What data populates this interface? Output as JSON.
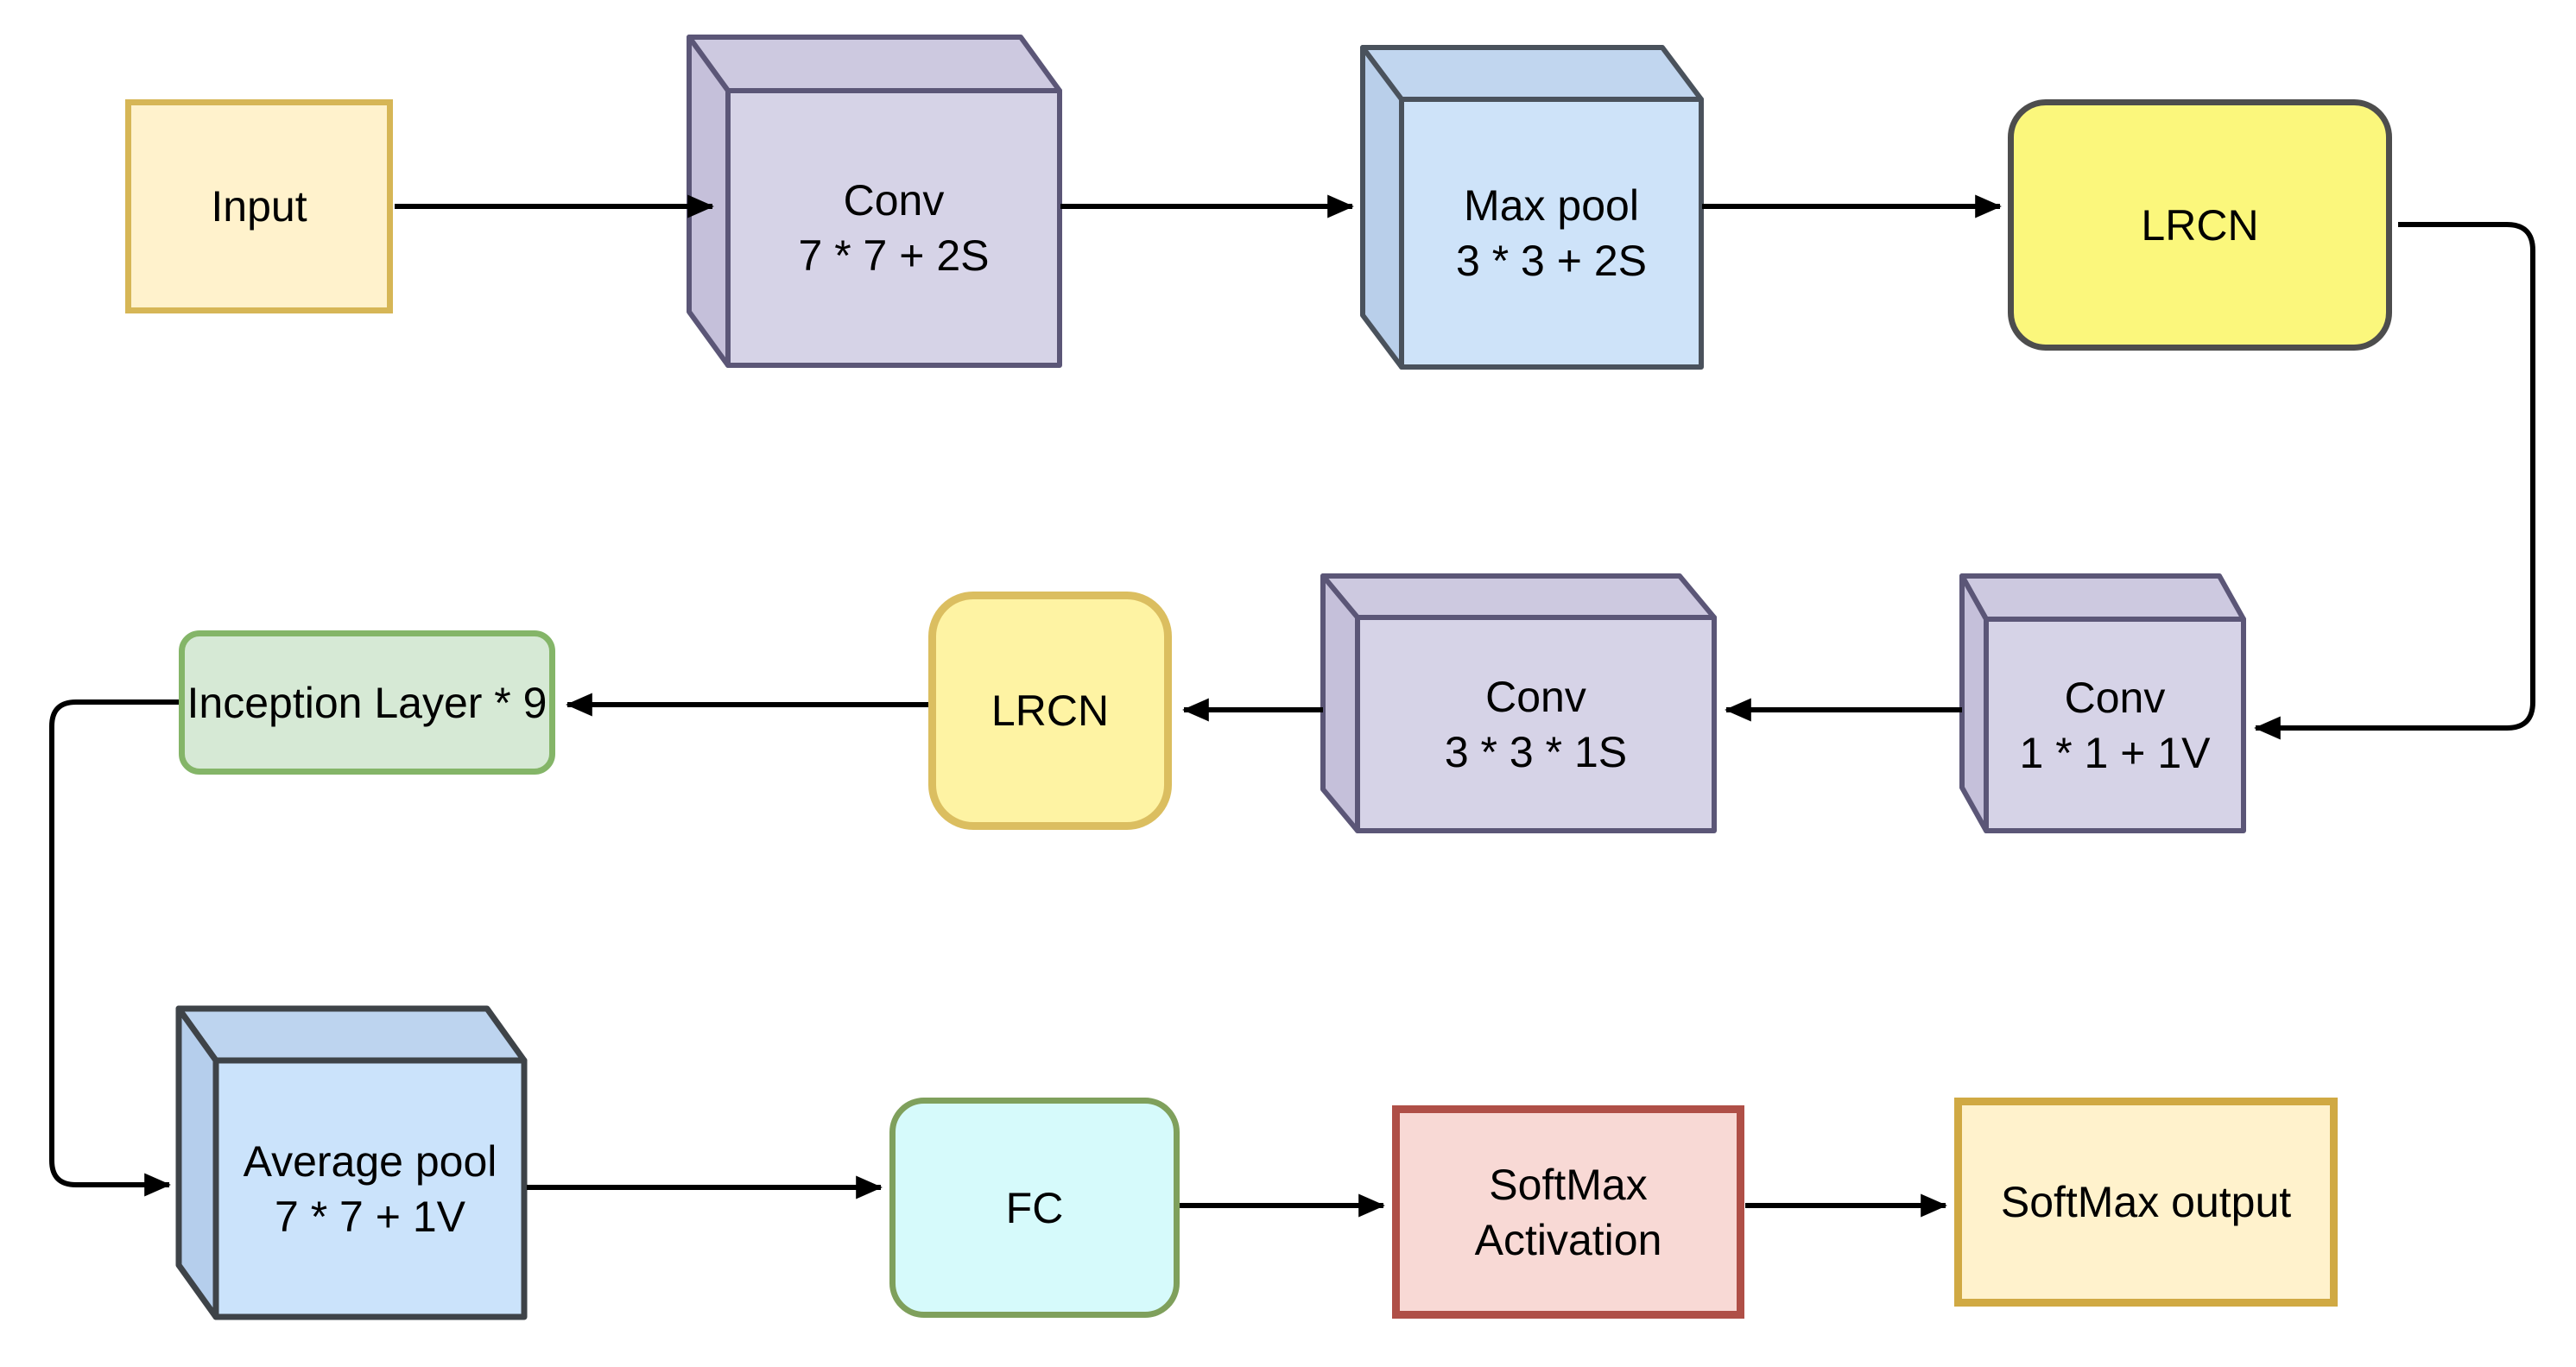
{
  "nodes": {
    "input": {
      "label": "Input"
    },
    "conv7": {
      "line1": "Conv",
      "line2": "7 * 7 + 2S"
    },
    "maxpool": {
      "line1": "Max pool",
      "line2": "3 * 3 + 2S"
    },
    "lrcn_top": {
      "label": "LRCN"
    },
    "conv1x1": {
      "line1": "Conv",
      "line2": "1 * 1 + 1V"
    },
    "conv3x3": {
      "line1": "Conv",
      "line2": "3 * 3 * 1S"
    },
    "lrcn_mid": {
      "label": "LRCN"
    },
    "inception": {
      "label": "Inception Layer * 9"
    },
    "avgpool": {
      "line1": "Average pool",
      "line2": "7 * 7 + 1V"
    },
    "fc": {
      "label": "FC"
    },
    "softmax_activation": {
      "line1": "SoftMax",
      "line2": "Activation"
    },
    "softmax_output": {
      "label": "SoftMax output"
    }
  },
  "colors": {
    "input_fill": "#FFF2CC",
    "input_stroke": "#D6B656",
    "conv_front": "#D6D3E7",
    "conv_top": "#CDC9E0",
    "conv_left": "#C5C0DA",
    "conv_stroke": "#5B5677",
    "maxpool_front": "#CEE3F9",
    "maxpool_top": "#C1D6EF",
    "maxpool_left": "#B9CFEA",
    "maxpool_stroke": "#4A525C",
    "avgpool_front": "#CBE3FB",
    "avgpool_top": "#BDD4EF",
    "avgpool_left": "#B5CEEC",
    "avgpool_stroke": "#3E4348",
    "lrcn_top_fill": "#FBF77C",
    "lrcn_top_stroke": "#4D4D4D",
    "lrcn_mid_fill": "#FEF3A3",
    "lrcn_mid_stroke": "#DBBE60",
    "inception_fill": "#D6E9D5",
    "inception_stroke": "#84B568",
    "fc_fill": "#D6FAFB",
    "fc_stroke": "#7FA05C",
    "softmax_act_fill": "#F8D9D5",
    "softmax_act_stroke": "#AF4F47",
    "softmax_out_fill": "#FFF2CC",
    "softmax_out_stroke": "#D0A943",
    "arrow": "#000000"
  }
}
